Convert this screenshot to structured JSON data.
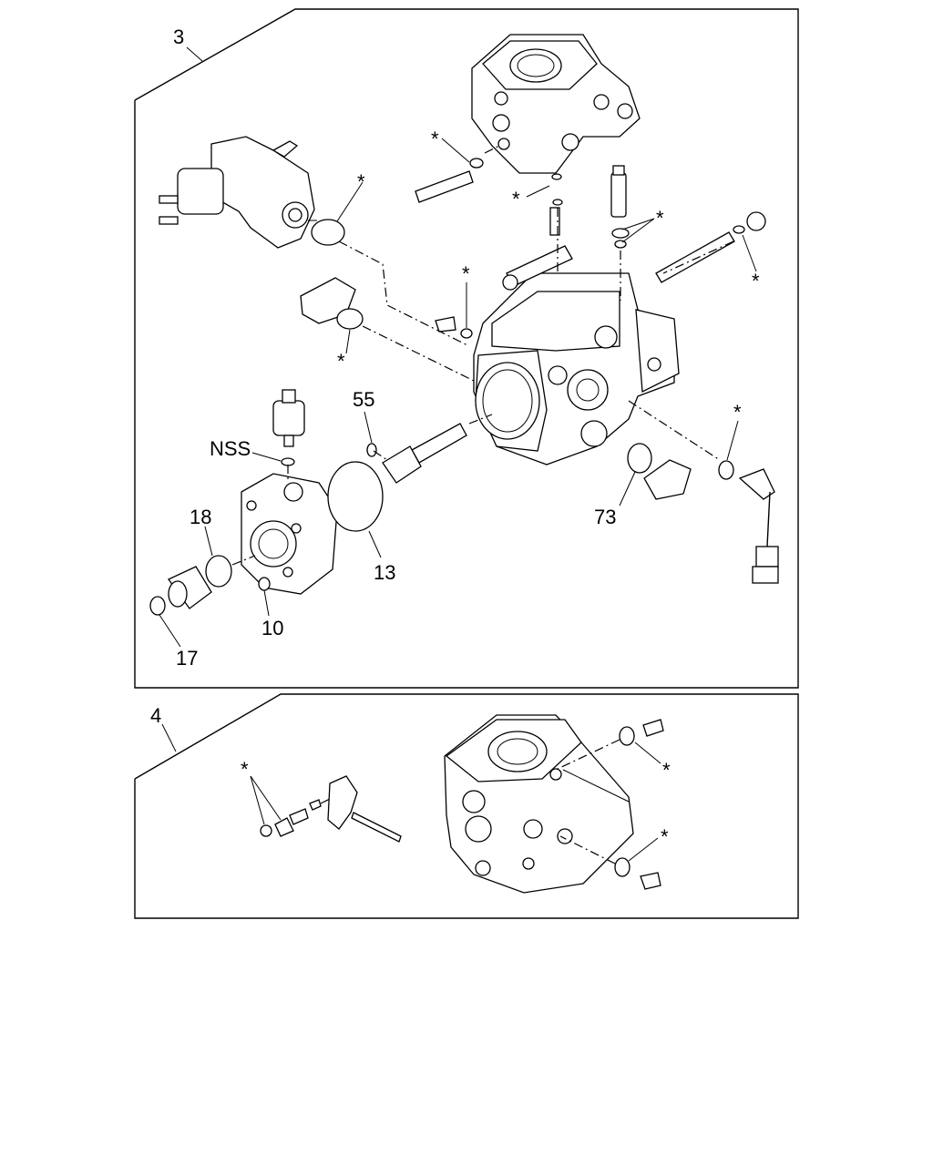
{
  "panel_top": {
    "number": "3",
    "callouts": {
      "c55": "55",
      "cNSS": "NSS",
      "c18": "18",
      "c13": "13",
      "c10": "10",
      "c17": "17",
      "c73": "73"
    },
    "asterisk": "*"
  },
  "panel_bottom": {
    "number": "4",
    "asterisk": "*"
  }
}
